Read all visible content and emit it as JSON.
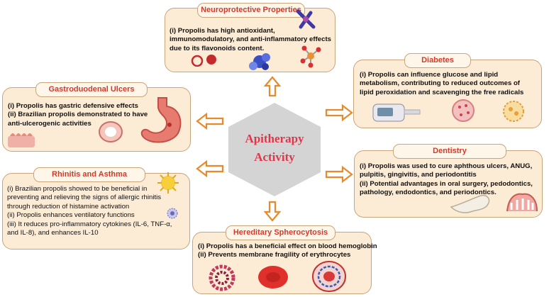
{
  "center": {
    "line1": "Apitherapy",
    "line2": "Activity"
  },
  "neuroprotective": {
    "title": "Neuroprotective Properties",
    "lines": [
      "(i) Propolis has high antioxidant,",
      "immunomodulatory, and anti-inflammatory effects",
      "due to its flavonoids content."
    ]
  },
  "diabetes": {
    "title": "Diabetes",
    "lines": [
      "(i) Propolis can influence glucose and lipid",
      "metabolism, contributing to reduced outcomes of",
      "lipid peroxidation and scavenging the free radicals"
    ]
  },
  "gastroduodenal": {
    "title": "Gastroduodenal Ulcers",
    "lines": [
      "(i) Propolis has gastric defensive effects",
      "(ii) Brazilian propolis demonstrated to have",
      "anti-ulcerogenic activities"
    ]
  },
  "dentistry": {
    "title": "Dentistry",
    "lines": [
      "(i) Propolis was used to cure aphthous ulcers, ANUG,",
      "pulpitis, gingivitis, and periodontitis",
      "(ii) Potential advantages in oral surgery, pedodontics,",
      "pathology, endodontics, and periodontics."
    ]
  },
  "rhinitis": {
    "title": "Rhinitis and Asthma",
    "lines": [
      "(i) Brazilian propolis showed to be beneficial in",
      "preventing and relieving the signs of allergic rhinitis",
      "through reduction of histamine activation",
      "(ii) Propolis enhances ventilatory functions",
      "(iii) It reduces pro-inflammatory cytokines (IL-6, TNF-α,",
      "and IL-8), and enhances IL-10"
    ]
  },
  "spherocytosis": {
    "title": "Hereditary Spherocytosis",
    "lines": [
      "(i) Propolis has a beneficial effect on blood hemoglobin",
      "(ii) Prevents membrane fragility of erythrocytes"
    ]
  },
  "colors": {
    "panel_fill": "#fcecd6",
    "panel_border": "#c9a57a",
    "title_text": "#d23a2a",
    "arrow": "#e88a2c",
    "hexagon": "#d4d4d4",
    "center_text": "#e0364a"
  }
}
